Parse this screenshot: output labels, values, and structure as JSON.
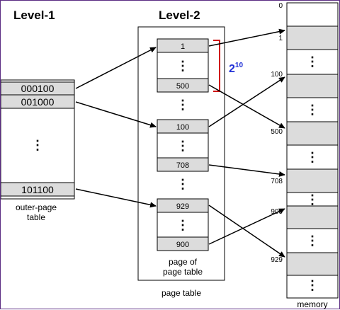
{
  "headers": {
    "level1": "Level-1",
    "level2": "Level-2"
  },
  "outer_table": {
    "entries": [
      "000100",
      "001000",
      "101100"
    ],
    "caption_line1": "outer-page",
    "caption_line2": "table"
  },
  "page_table": {
    "group1": [
      "1",
      "500"
    ],
    "group2": [
      "100",
      "708"
    ],
    "group3": [
      "929",
      "900"
    ],
    "inner_caption_line1": "page of",
    "inner_caption_line2": "page table",
    "caption": "page table"
  },
  "bracket": {
    "base": "2",
    "exponent": "10"
  },
  "memory": {
    "addresses": [
      "0",
      "1",
      "100",
      "500",
      "708",
      "900",
      "929"
    ],
    "caption": "memory"
  },
  "colors": {
    "frame_border": "#5b2c83",
    "bracket": "#d01515",
    "power_text": "#1f2fd6",
    "cell_fill": "#dcdcdc"
  },
  "dots": "⋮"
}
